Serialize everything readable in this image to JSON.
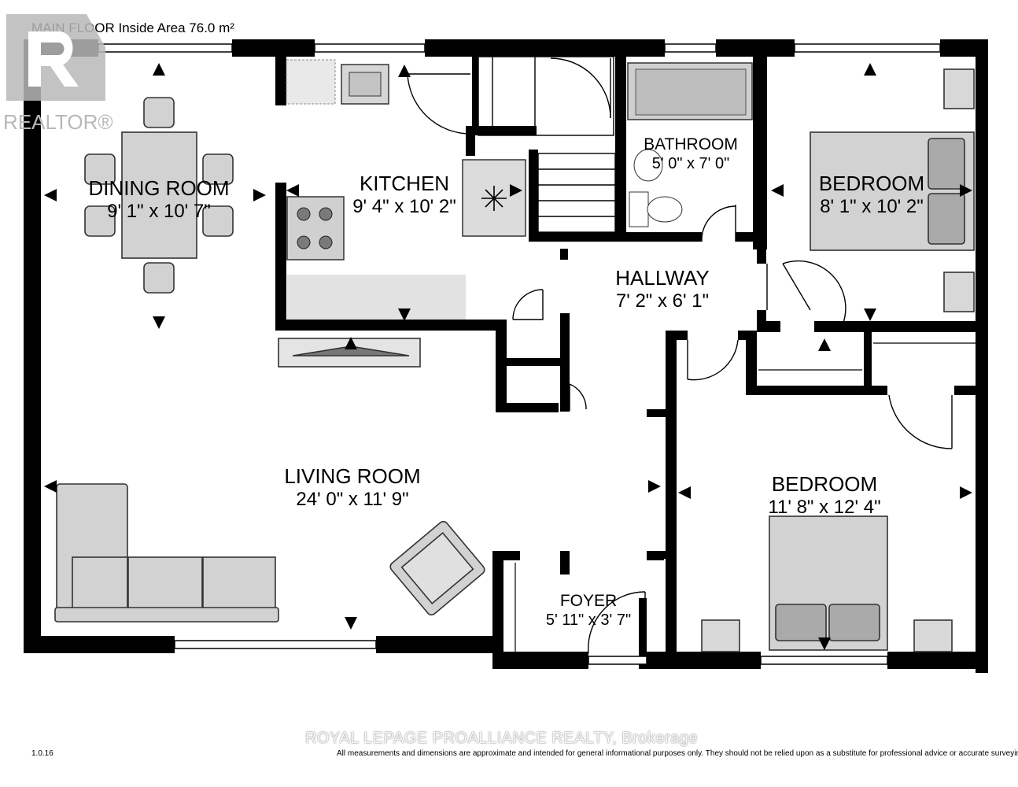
{
  "header": {
    "title": "MAIN FLOOR Inside Area 76.0 m²"
  },
  "rooms": {
    "dining": {
      "name": "DINING ROOM",
      "dims": "9' 1\" x 10' 7\""
    },
    "kitchen": {
      "name": "KITCHEN",
      "dims": "9' 4\" x 10' 2\""
    },
    "bathroom": {
      "name": "BATHROOM",
      "dims": "5' 0\" x 7' 0\""
    },
    "bedroom1": {
      "name": "BEDROOM",
      "dims": "8' 1\" x 10' 2\""
    },
    "hallway": {
      "name": "HALLWAY",
      "dims": "7' 2\" x 6' 1\""
    },
    "living": {
      "name": "LIVING ROOM",
      "dims": "24' 0\" x 11' 9\""
    },
    "bedroom2": {
      "name": "BEDROOM",
      "dims": "11' 8\" x 12' 4\""
    },
    "foyer": {
      "name": "FOYER",
      "dims": "5' 11\" x 3' 7\""
    }
  },
  "footer": {
    "version": "1.0.16",
    "brand": "ROYAL LEPAGE PROALLIANCE REALTY, Brokerage",
    "disclaimer": "All measurements and dimensions are approximate and intended for general informational purposes only. They should not be relied upon as a substitute for professional advice or accurate surveying."
  },
  "watermark": {
    "realtor": "REALTOR®"
  },
  "icons": [
    "snowflake-icon",
    "dimension-arrow-icon",
    "realtor-logo-icon"
  ],
  "colors": {
    "wall": "#000000",
    "fixture_fill": "#bdbdbd",
    "fixture_stroke": "#555555",
    "background": "#ffffff"
  }
}
